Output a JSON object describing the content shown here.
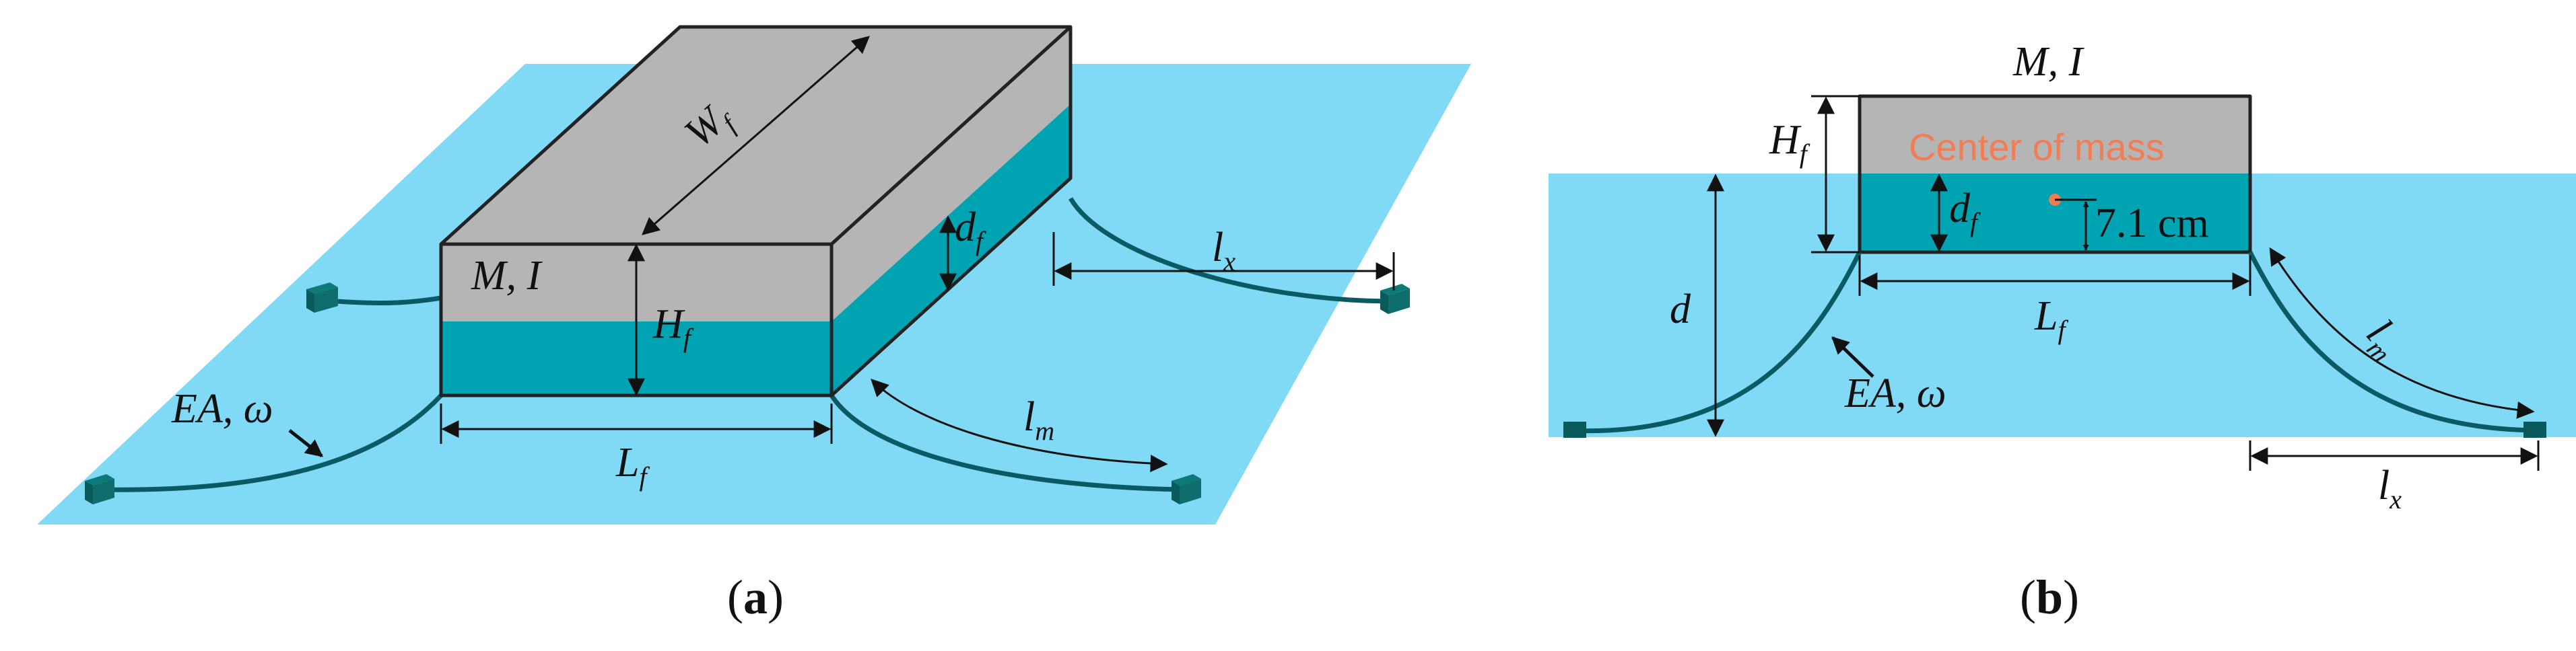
{
  "colors": {
    "water": "#80d9f5",
    "submerged": "#00a3b2",
    "hull": "#b5b5b5",
    "mooring": "#0a5a63",
    "anchor": "#0b5a5a",
    "center_of_mass": "#f27d52"
  },
  "panel_a": {
    "mass_inertia": "M, I",
    "width_label": "W",
    "width_sub": "f",
    "height_label": "H",
    "height_sub": "f",
    "draft_label": "d",
    "draft_sub": "f",
    "length_label": "L",
    "length_sub": "f",
    "span_label": "l",
    "span_sub": "x",
    "mooring_len_label": "l",
    "mooring_len_sub": "m",
    "stiffness_prefix": "EA, ",
    "stiffness_omega": "ω",
    "caption_open": "(",
    "caption_letter": "a",
    "caption_close": ")"
  },
  "panel_b": {
    "mass_inertia": "M, I",
    "height_label": "H",
    "height_sub": "f",
    "center_of_mass": "Center of mass",
    "draft_label": "d",
    "draft_sub": "f",
    "com_offset": "7.1 cm",
    "length_label": "L",
    "length_sub": "f",
    "depth_label": "d",
    "stiffness_prefix": "EA, ",
    "stiffness_omega": "ω",
    "mooring_len_label": "l",
    "mooring_len_sub": "m",
    "span_label": "l",
    "span_sub": "x",
    "caption_open": "(",
    "caption_letter": "b",
    "caption_close": ")"
  }
}
